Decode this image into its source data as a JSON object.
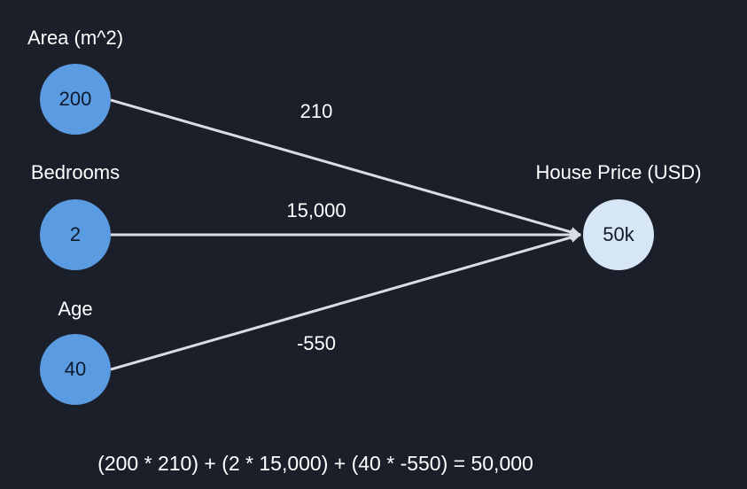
{
  "inputs": [
    {
      "label": "Area (m^2)",
      "value": "200"
    },
    {
      "label": "Bedrooms",
      "value": "2"
    },
    {
      "label": "Age",
      "value": "40"
    }
  ],
  "output": {
    "label": "House Price (USD)",
    "value": "50k"
  },
  "weights": [
    "210",
    "15,000",
    "-550"
  ],
  "formula": "(200 * 210) + (2 * 15,000) + (40 * -550) = 50,000",
  "colors": {
    "background": "#1b1f29",
    "input_node": "#5b9be2",
    "output_node": "#d6e6f6",
    "arrow": "#d8dde6",
    "text": "#ffffff"
  }
}
